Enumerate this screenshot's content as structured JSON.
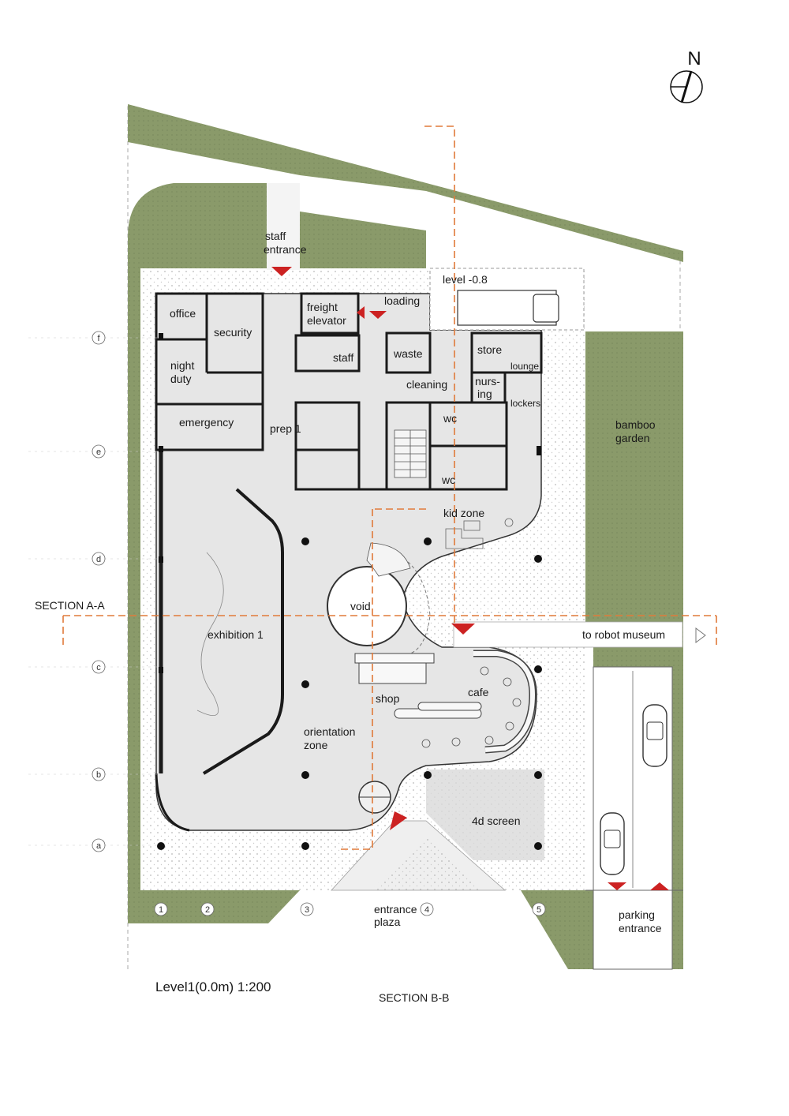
{
  "north_label": "N",
  "title": "Level1(0.0m) 1:200",
  "sections": {
    "a": "SECTION A-A",
    "b": "SECTION B-B"
  },
  "rooms": {
    "staff_entrance_1": "staff",
    "staff_entrance_2": "entrance",
    "level": "level -0.8",
    "office": "office",
    "security": "security",
    "freight_1": "freight",
    "freight_2": "elevator",
    "loading": "loading",
    "night_1": "night",
    "night_2": "duty",
    "staff": "staff",
    "waste": "waste",
    "cleaning": "cleaning",
    "store": "store",
    "lounge": "lounge",
    "nursing_1": "nurs-",
    "nursing_2": "ing",
    "lockers": "lockers",
    "emergency": "emergency",
    "prep": "prep 1",
    "wc_1": "wc",
    "wc_2": "wc",
    "bamboo_1": "bamboo",
    "bamboo_2": "garden",
    "kid_zone": "kid zone",
    "void": "void",
    "exhibition": "exhibition 1",
    "robot_museum": "to robot museum",
    "shop": "shop",
    "cafe": "cafe",
    "orientation_1": "orientation",
    "orientation_2": "zone",
    "screen": "4d screen",
    "plaza_1": "entrance",
    "plaza_2": "plaza",
    "parking_1": "parking",
    "parking_2": "entrance"
  },
  "grid_rows": [
    "f",
    "e",
    "d",
    "c",
    "b",
    "a"
  ],
  "grid_cols": [
    "1",
    "2",
    "3",
    "4",
    "5"
  ],
  "colors": {
    "grass": "#8a9a6a",
    "floor": "#e6e6e6",
    "wall": "#1a1a1a",
    "section_line": "#e07a3a",
    "arrow": "#cc2222"
  }
}
